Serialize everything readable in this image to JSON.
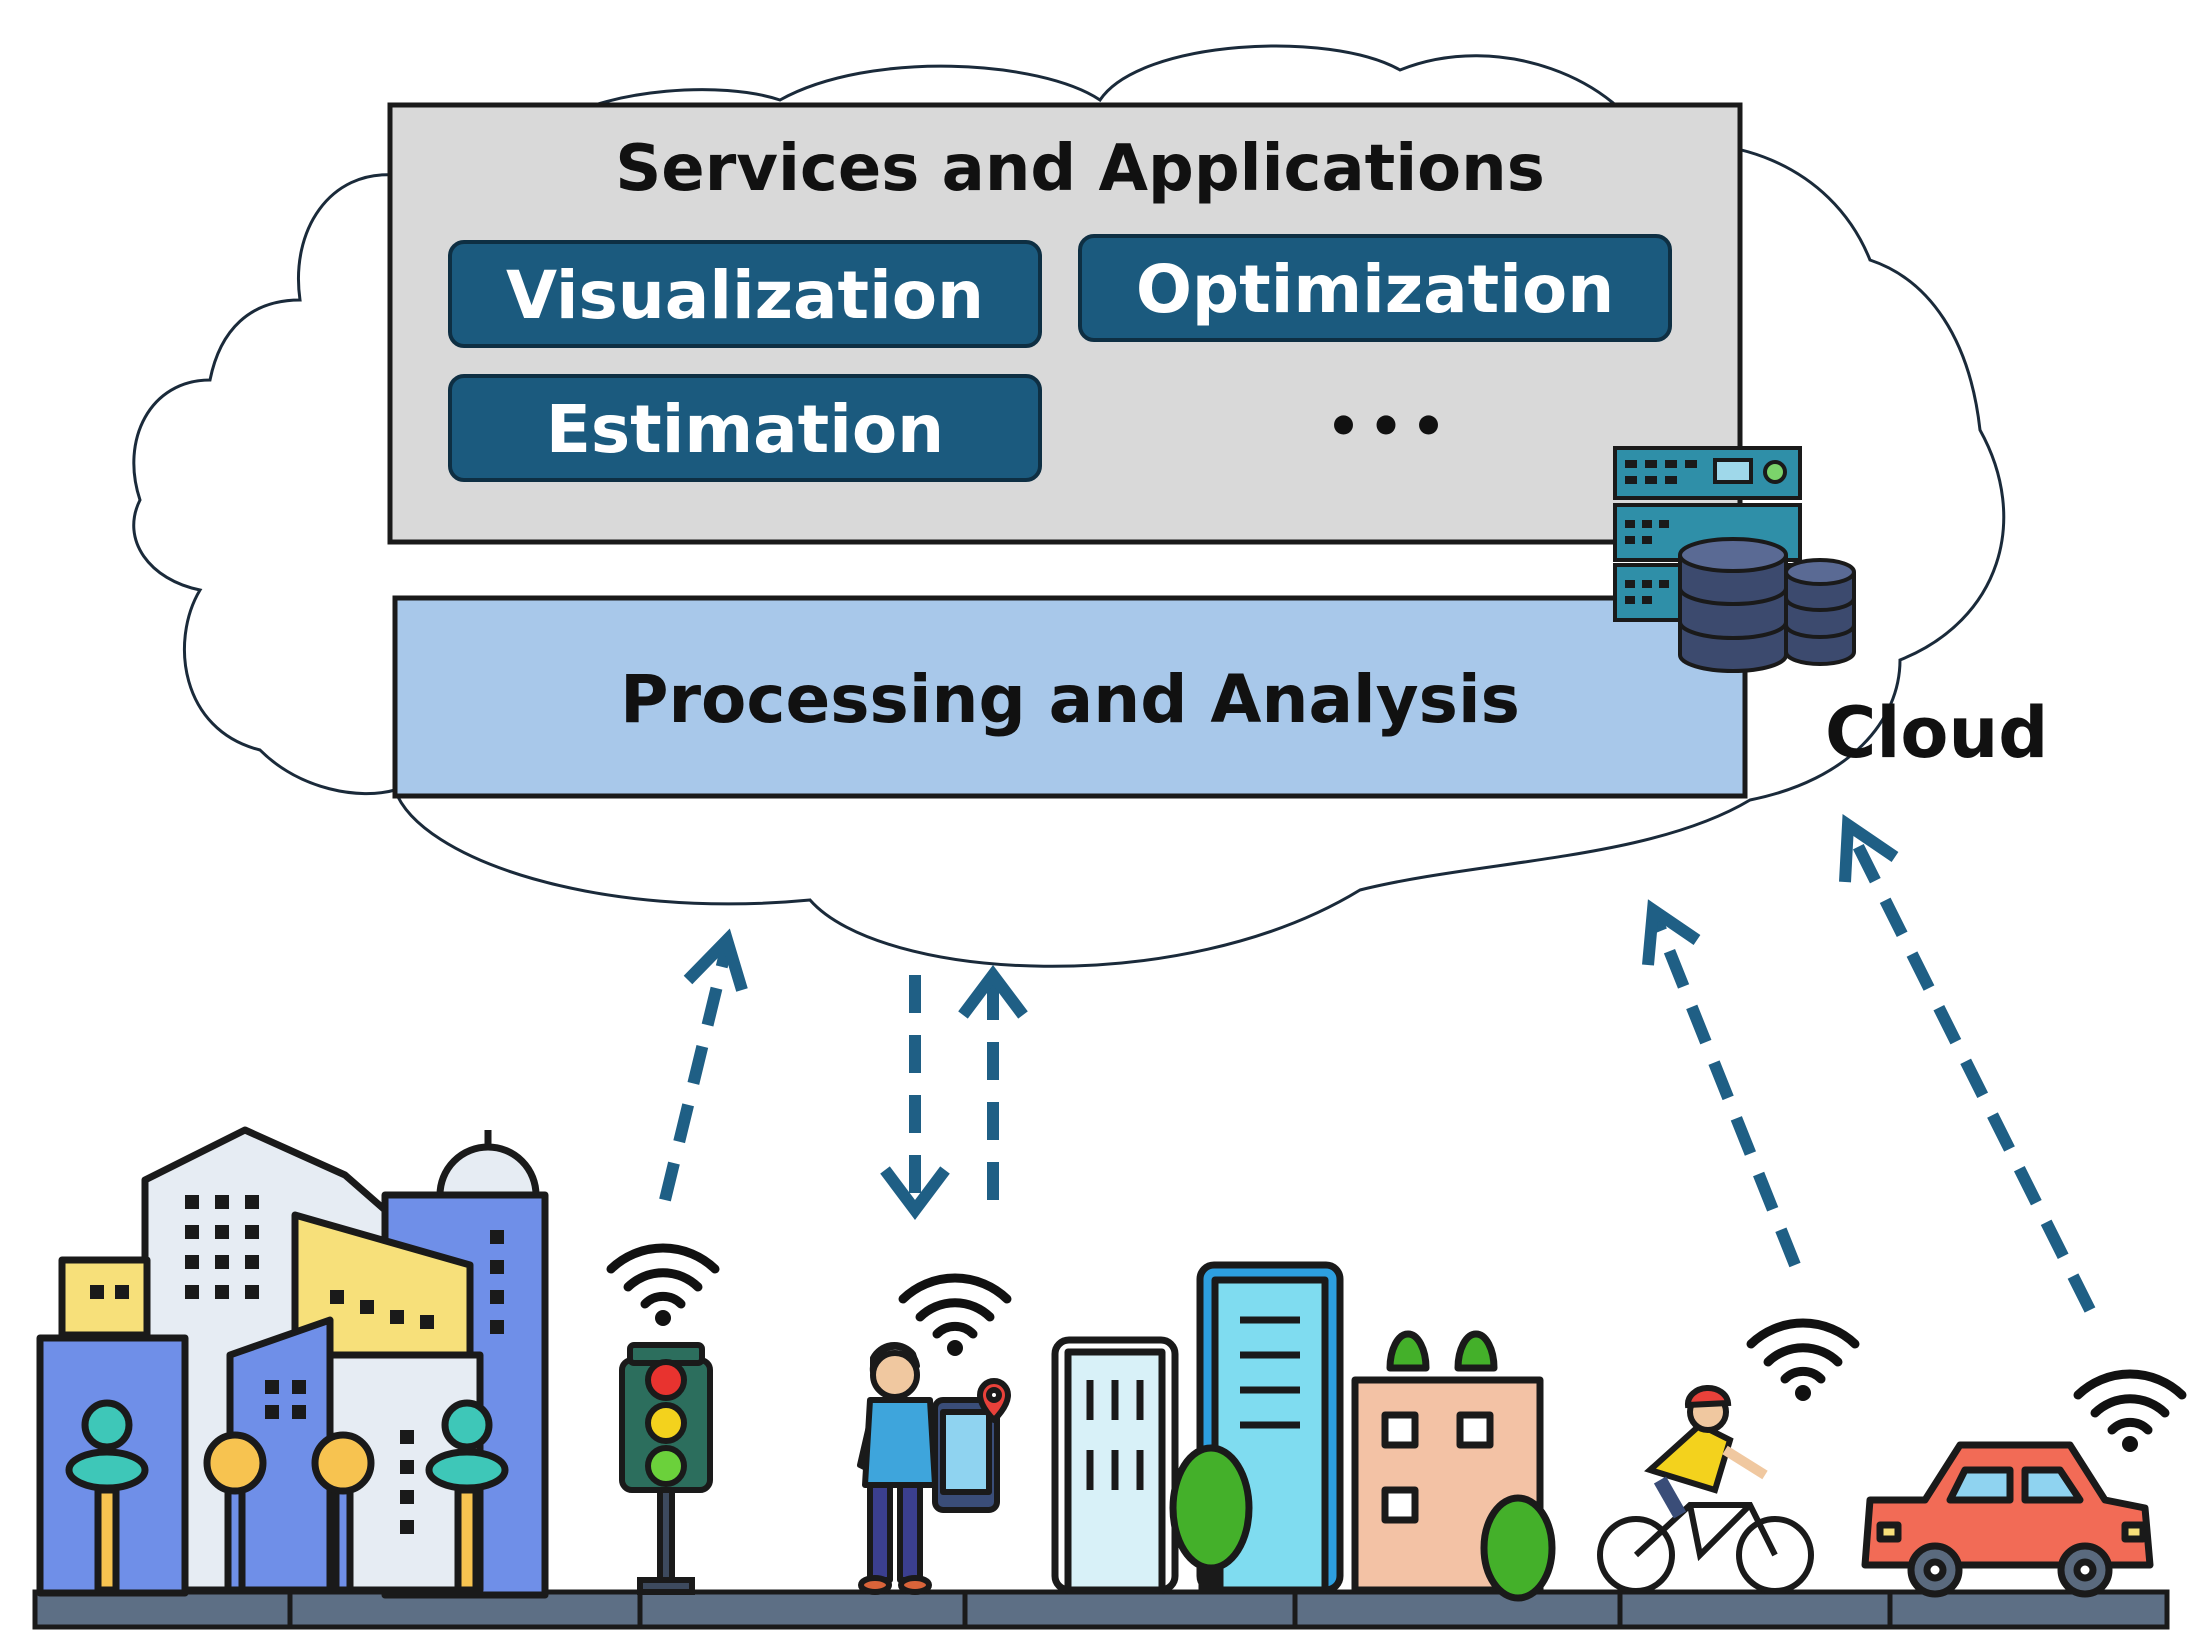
{
  "cloud_layers": {
    "services": {
      "title": "Services and Applications",
      "items": [
        "Visualization",
        "Optimization",
        "Estimation"
      ],
      "more": "•••"
    },
    "processing": {
      "title": "Processing and Analysis"
    },
    "cloud_label": "Cloud"
  },
  "colors": {
    "outline": "#1a2a3a",
    "services_bg": "#d9d9d9",
    "pill_fill": "#1b5a7e",
    "processing_bg": "#a8c8ea",
    "arrow": "#1f5f85"
  },
  "icons": [
    "server-database-icon",
    "office-buildings-icon",
    "traffic-light-icon",
    "pedestrian-with-phone-icon",
    "city-block-icon",
    "cyclist-icon",
    "car-icon",
    "wifi-icon",
    "road-icon"
  ]
}
